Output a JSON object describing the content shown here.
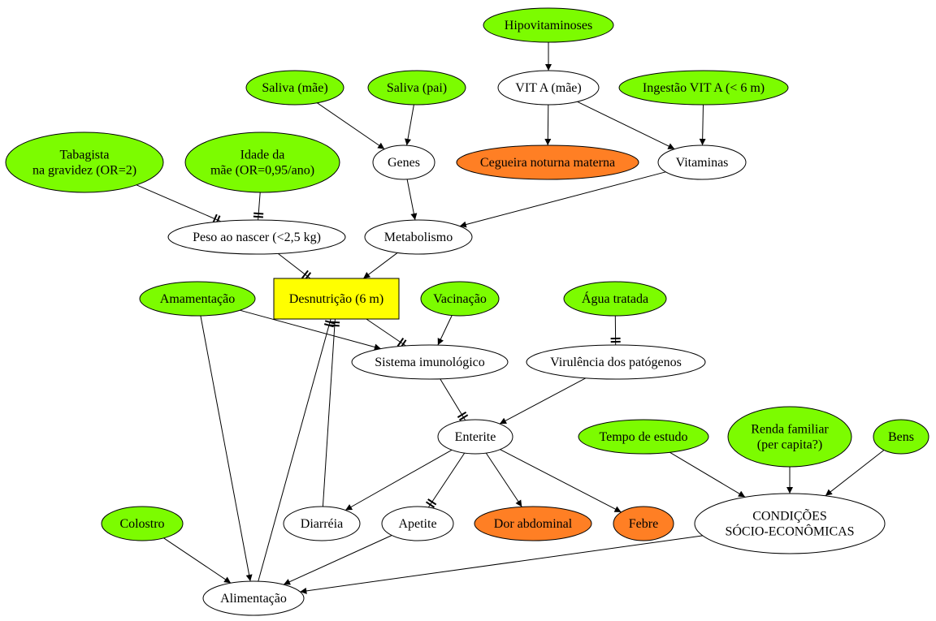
{
  "colors": {
    "exposure": "#7cfc00",
    "outcome": "#ff7f24",
    "main_outcome": "#ffff00",
    "intermediate": "#ffffff",
    "stroke": "#000000"
  },
  "nodes": {
    "hipovitaminoses": {
      "lines": [
        "Hipovitaminoses"
      ],
      "kind": "exposure"
    },
    "saliva_mae": {
      "lines": [
        "Saliva (mãe)"
      ],
      "kind": "exposure"
    },
    "saliva_pai": {
      "lines": [
        "Saliva (pai)"
      ],
      "kind": "exposure"
    },
    "vita_mae": {
      "lines": [
        "VIT A (mãe)"
      ],
      "kind": "intermediate"
    },
    "ingestao_vita": {
      "lines": [
        "Ingestão VIT A (< 6 m)"
      ],
      "kind": "exposure"
    },
    "tabagista": {
      "lines": [
        "Tabagista",
        "na gravidez (OR=2)"
      ],
      "kind": "exposure"
    },
    "idade_mae": {
      "lines": [
        "Idade da",
        "mãe (OR=0,95/ano)"
      ],
      "kind": "exposure"
    },
    "genes": {
      "lines": [
        "Genes"
      ],
      "kind": "intermediate"
    },
    "cegueira": {
      "lines": [
        "Cegueira noturna materna"
      ],
      "kind": "outcome"
    },
    "vitaminas": {
      "lines": [
        "Vitaminas"
      ],
      "kind": "intermediate"
    },
    "peso": {
      "lines": [
        "Peso ao nascer (<2,5 kg)"
      ],
      "kind": "intermediate"
    },
    "metabolismo": {
      "lines": [
        "Metabolismo"
      ],
      "kind": "intermediate"
    },
    "desnutricao": {
      "lines": [
        "Desnutrição (6 m)"
      ],
      "kind": "main_outcome"
    },
    "amamentacao": {
      "lines": [
        "Amamentação"
      ],
      "kind": "exposure"
    },
    "vacinacao": {
      "lines": [
        "Vacinação"
      ],
      "kind": "exposure"
    },
    "agua": {
      "lines": [
        "Água tratada"
      ],
      "kind": "exposure"
    },
    "sistema": {
      "lines": [
        "Sistema imunológico"
      ],
      "kind": "intermediate"
    },
    "virulencia": {
      "lines": [
        "Virulência dos patógenos"
      ],
      "kind": "intermediate"
    },
    "enterite": {
      "lines": [
        "Enterite"
      ],
      "kind": "intermediate"
    },
    "tempo": {
      "lines": [
        "Tempo de estudo"
      ],
      "kind": "exposure"
    },
    "renda": {
      "lines": [
        "Renda familiar",
        "(per capita?)"
      ],
      "kind": "exposure"
    },
    "bens": {
      "lines": [
        "Bens"
      ],
      "kind": "exposure"
    },
    "colostro": {
      "lines": [
        "Colostro"
      ],
      "kind": "exposure"
    },
    "diarreia": {
      "lines": [
        "Diarréia"
      ],
      "kind": "intermediate"
    },
    "apetite": {
      "lines": [
        "Apetite"
      ],
      "kind": "intermediate"
    },
    "dor": {
      "lines": [
        "Dor abdominal"
      ],
      "kind": "outcome"
    },
    "febre": {
      "lines": [
        "Febre"
      ],
      "kind": "outcome"
    },
    "condicoes": {
      "lines": [
        "CONDIÇÕES",
        "SÓCIO-ECONÔMICAS"
      ],
      "kind": "intermediate"
    },
    "alimentacao": {
      "lines": [
        "Alimentação"
      ],
      "kind": "intermediate"
    }
  },
  "edges": [
    {
      "from": "hipovitaminoses",
      "to": "vita_mae",
      "marker": "arrow"
    },
    {
      "from": "vita_mae",
      "to": "cegueira",
      "marker": "arrow"
    },
    {
      "from": "vita_mae",
      "to": "vitaminas",
      "marker": "arrow"
    },
    {
      "from": "ingestao_vita",
      "to": "vitaminas",
      "marker": "arrow"
    },
    {
      "from": "saliva_mae",
      "to": "genes",
      "marker": "arrow"
    },
    {
      "from": "saliva_pai",
      "to": "genes",
      "marker": "arrow"
    },
    {
      "from": "genes",
      "to": "metabolismo",
      "marker": "arrow"
    },
    {
      "from": "vitaminas",
      "to": "metabolismo",
      "marker": "arrow"
    },
    {
      "from": "tabagista",
      "to": "peso",
      "marker": "tee"
    },
    {
      "from": "idade_mae",
      "to": "peso",
      "marker": "tee"
    },
    {
      "from": "peso",
      "to": "desnutricao",
      "marker": "tee"
    },
    {
      "from": "metabolismo",
      "to": "desnutricao",
      "marker": "arrow"
    },
    {
      "from": "desnutricao",
      "to": "sistema",
      "marker": "tee"
    },
    {
      "from": "amamentacao",
      "to": "sistema",
      "marker": "arrow"
    },
    {
      "from": "amamentacao",
      "to": "alimentacao",
      "marker": "arrow"
    },
    {
      "from": "vacinacao",
      "to": "sistema",
      "marker": "arrow"
    },
    {
      "from": "agua",
      "to": "virulencia",
      "marker": "tee"
    },
    {
      "from": "sistema",
      "to": "enterite",
      "marker": "tee"
    },
    {
      "from": "virulencia",
      "to": "enterite",
      "marker": "arrow"
    },
    {
      "from": "enterite",
      "to": "diarreia",
      "marker": "arrow"
    },
    {
      "from": "enterite",
      "to": "apetite",
      "marker": "tee"
    },
    {
      "from": "enterite",
      "to": "dor",
      "marker": "arrow"
    },
    {
      "from": "enterite",
      "to": "febre",
      "marker": "arrow"
    },
    {
      "from": "diarreia",
      "to": "desnutricao",
      "marker": "tee"
    },
    {
      "from": "alimentacao",
      "to": "desnutricao",
      "marker": "tee"
    },
    {
      "from": "apetite",
      "to": "alimentacao",
      "marker": "arrow"
    },
    {
      "from": "colostro",
      "to": "alimentacao",
      "marker": "arrow"
    },
    {
      "from": "tempo",
      "to": "condicoes",
      "marker": "arrow"
    },
    {
      "from": "renda",
      "to": "condicoes",
      "marker": "arrow"
    },
    {
      "from": "bens",
      "to": "condicoes",
      "marker": "arrow"
    },
    {
      "from": "condicoes",
      "to": "alimentacao",
      "marker": "arrow"
    }
  ]
}
